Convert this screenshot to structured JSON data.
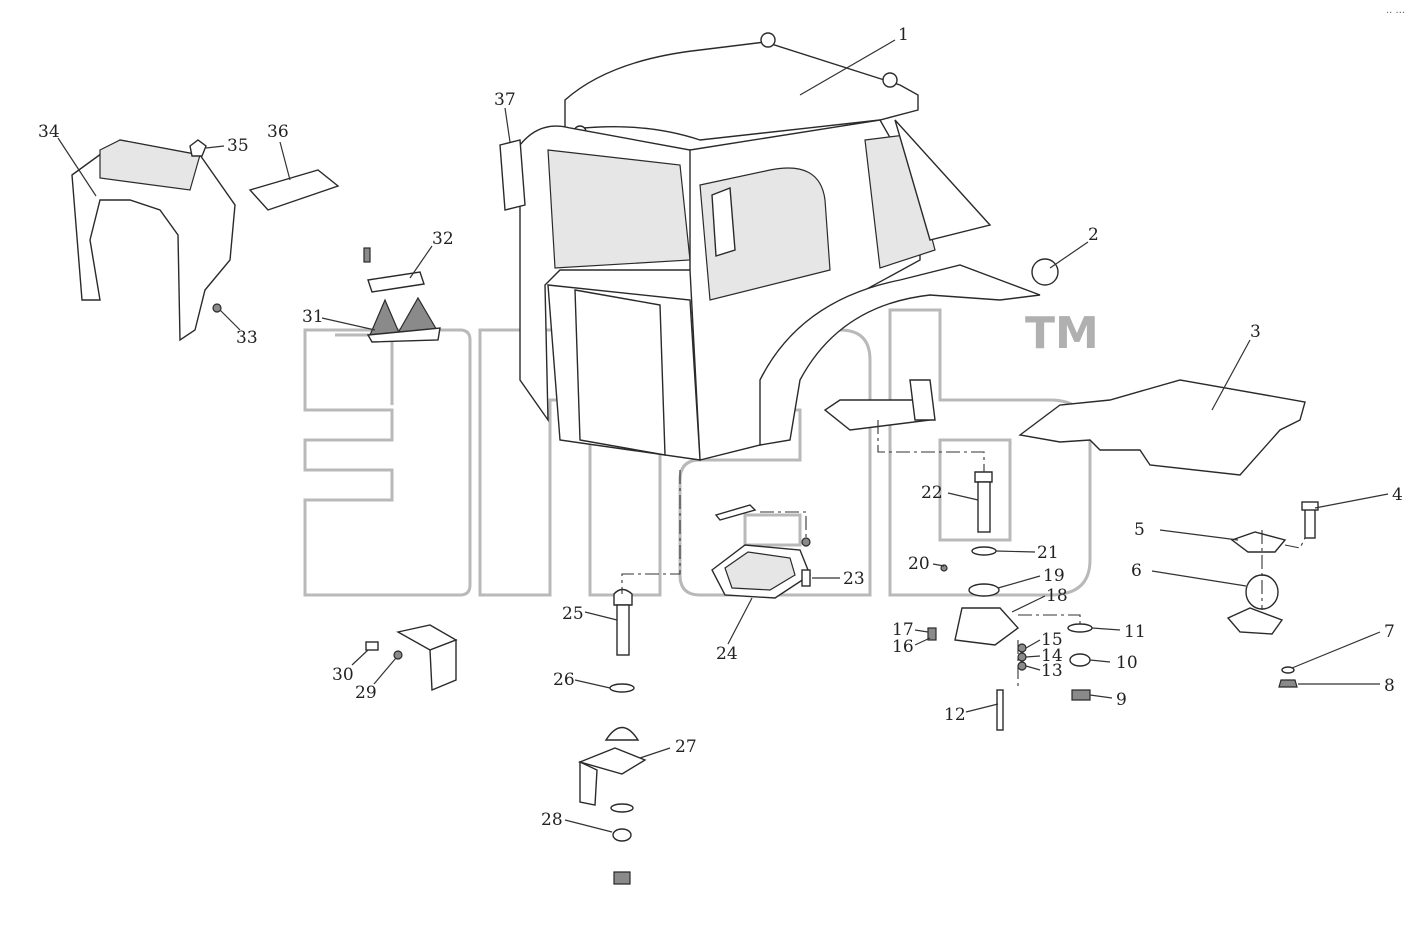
{
  "diagram": {
    "watermark_trademark": "TM",
    "corner_mark": "·· ···",
    "callouts": [
      "1",
      "2",
      "3",
      "4",
      "5",
      "6",
      "7",
      "8",
      "9",
      "10",
      "11",
      "12",
      "13",
      "14",
      "15",
      "16",
      "17",
      "18",
      "19",
      "20",
      "21",
      "22",
      "23",
      "24",
      "25",
      "26",
      "27",
      "28",
      "29",
      "30",
      "31",
      "32",
      "33",
      "34",
      "35",
      "36",
      "37"
    ]
  }
}
